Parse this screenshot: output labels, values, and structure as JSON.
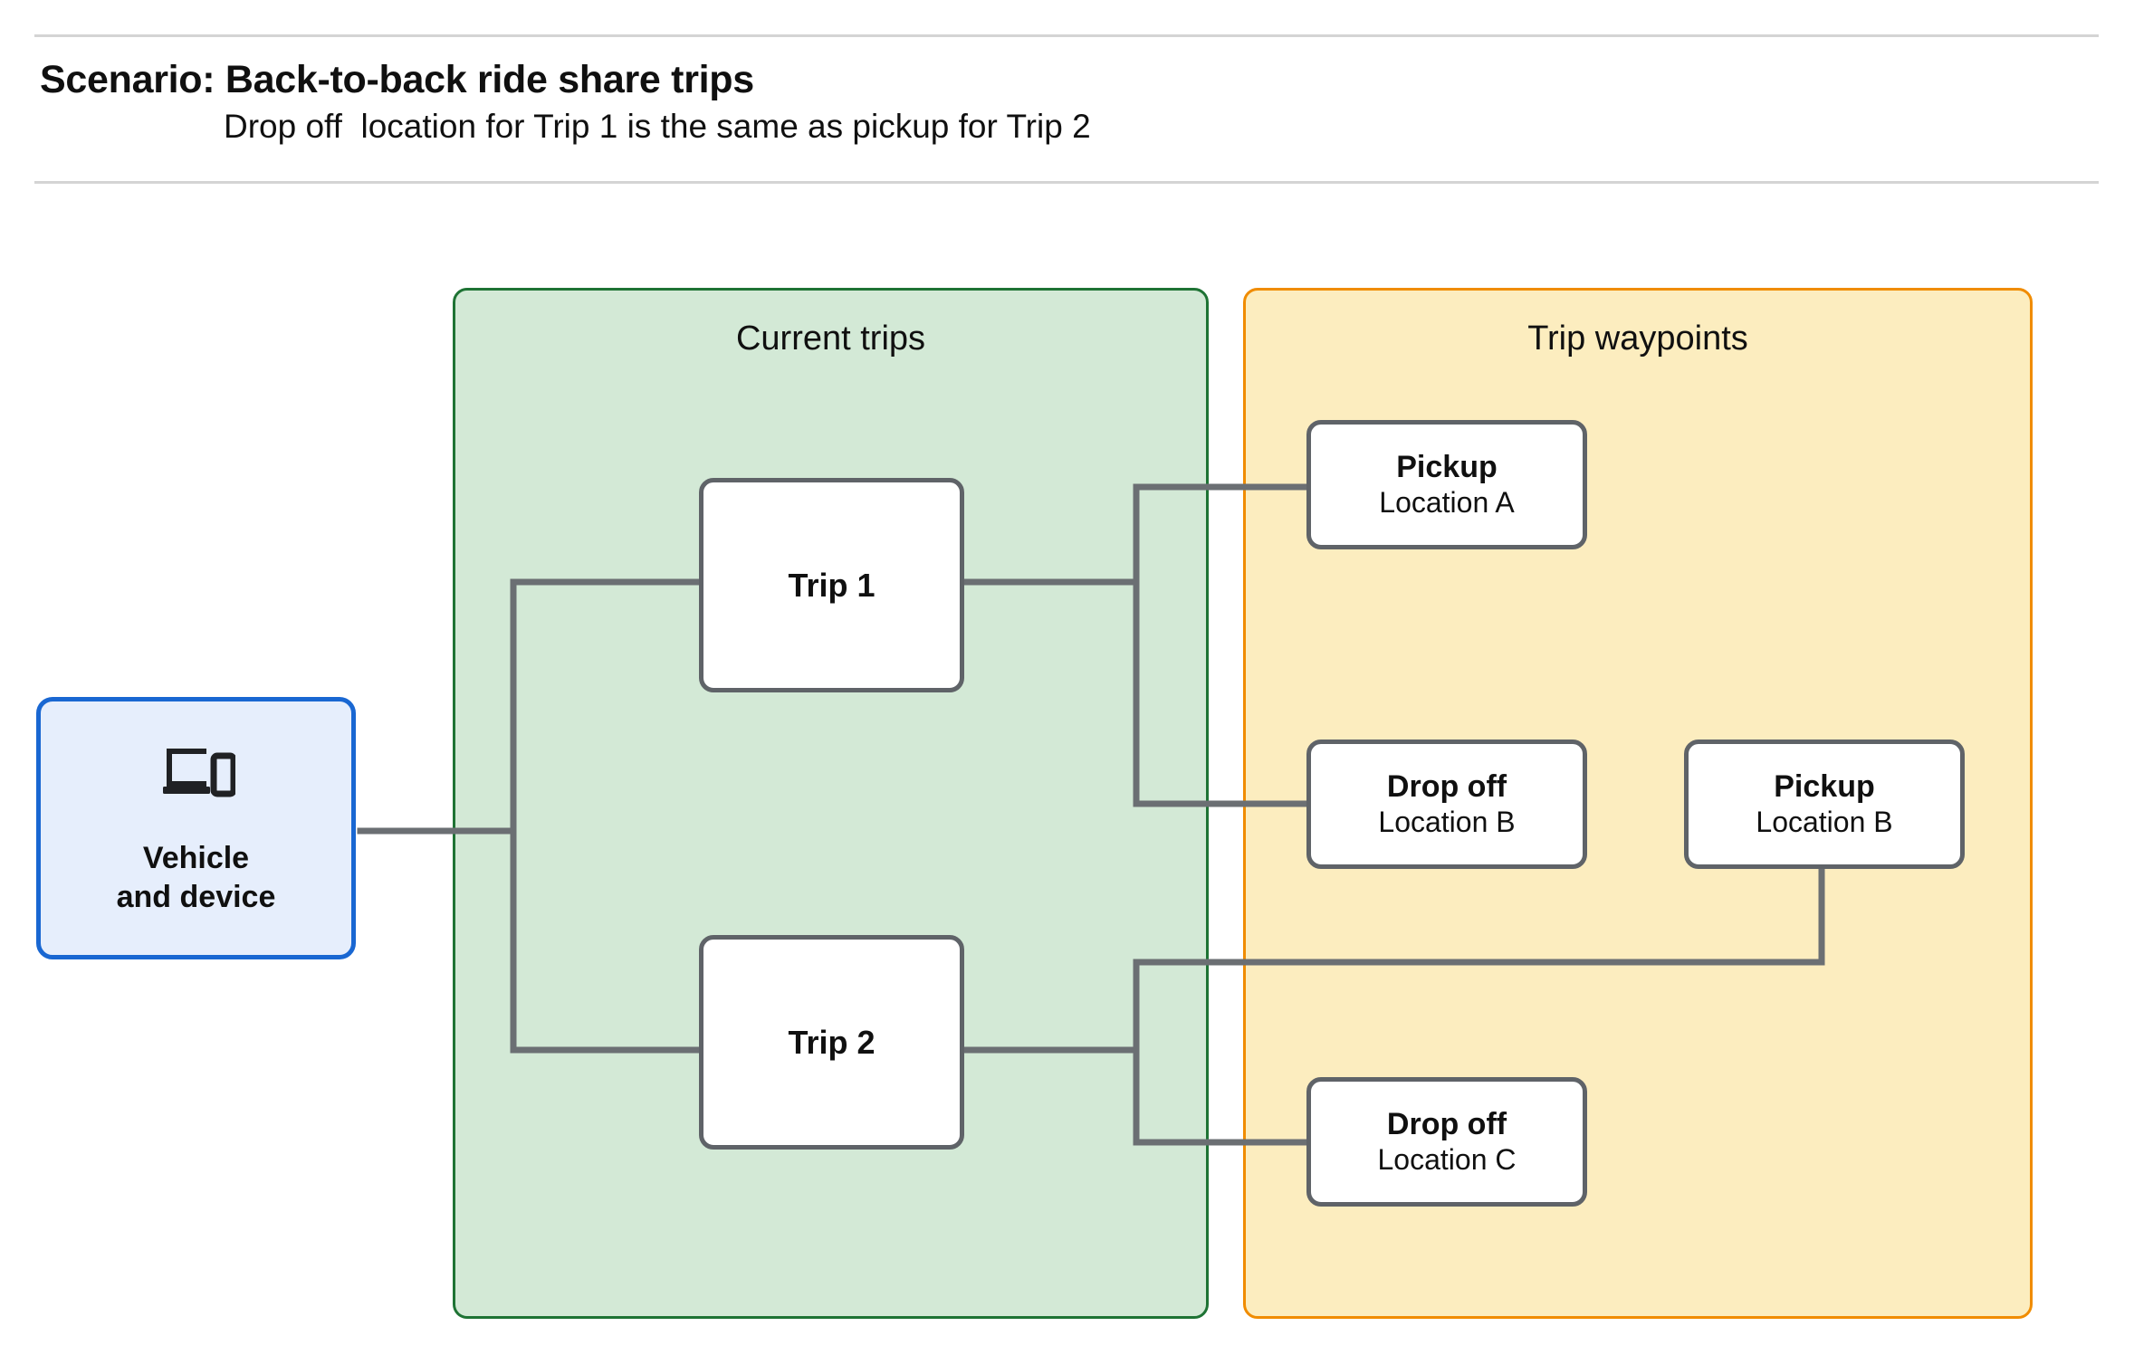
{
  "header": {
    "title": "Scenario: Back-to-back ride share trips",
    "subtitle": "Drop off  location for Trip 1 is the same as pickup for Trip 2"
  },
  "groups": {
    "current_trips": {
      "title": "Current trips"
    },
    "trip_waypoints": {
      "title": "Trip waypoints"
    }
  },
  "nodes": {
    "vehicle": {
      "icon": "laptop-and-phone-icon",
      "label_line1": "Vehicle",
      "label_line2": "and device"
    },
    "trip1": {
      "label": "Trip 1"
    },
    "trip2": {
      "label": "Trip 2"
    },
    "pickup_a": {
      "kind": "Pickup",
      "location": "Location A"
    },
    "dropoff_b": {
      "kind": "Drop off",
      "location": "Location B"
    },
    "pickup_b": {
      "kind": "Pickup",
      "location": "Location B"
    },
    "dropoff_c": {
      "kind": "Drop off",
      "location": "Location C"
    }
  },
  "colors": {
    "group_trips_fill": "#d3e9d6",
    "group_trips_border": "#1e7334",
    "group_waypoints_fill": "#fcedbf",
    "group_waypoints_border": "#f08c00",
    "node_border": "#5f6368",
    "vehicle_fill": "#e6eefc",
    "vehicle_border": "#1967d2",
    "connector": "#6b6f73",
    "rule": "#d4d4d4"
  }
}
